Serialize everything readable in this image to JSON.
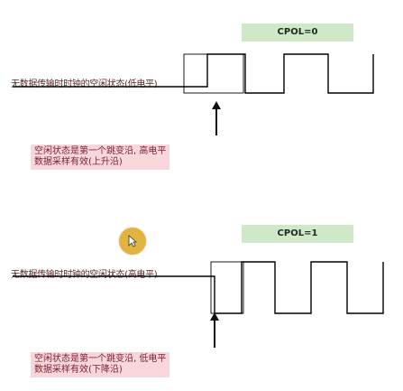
{
  "diagram": {
    "upper": {
      "tag": "CPOL=0",
      "idle_label": "无数据传输时时钟的空闲状态(低电平)",
      "description_lines": [
        "空闲状态是第一个跳变沿, 高电平",
        "数据采样有效(上升沿)"
      ]
    },
    "lower": {
      "tag": "CPOL=1",
      "idle_label": "无数据传输时时钟的空闲状态(高电平)",
      "description_lines": [
        "空闲状态是第一个跳变沿, 低电平",
        "数据采样有效(下降沿)"
      ]
    },
    "colors": {
      "tag_background": "#cfe8c8",
      "description_background": "#f7d6dc",
      "arrow": "#111111",
      "waveform": "#000000",
      "cursor": "#e2b33f"
    }
  }
}
